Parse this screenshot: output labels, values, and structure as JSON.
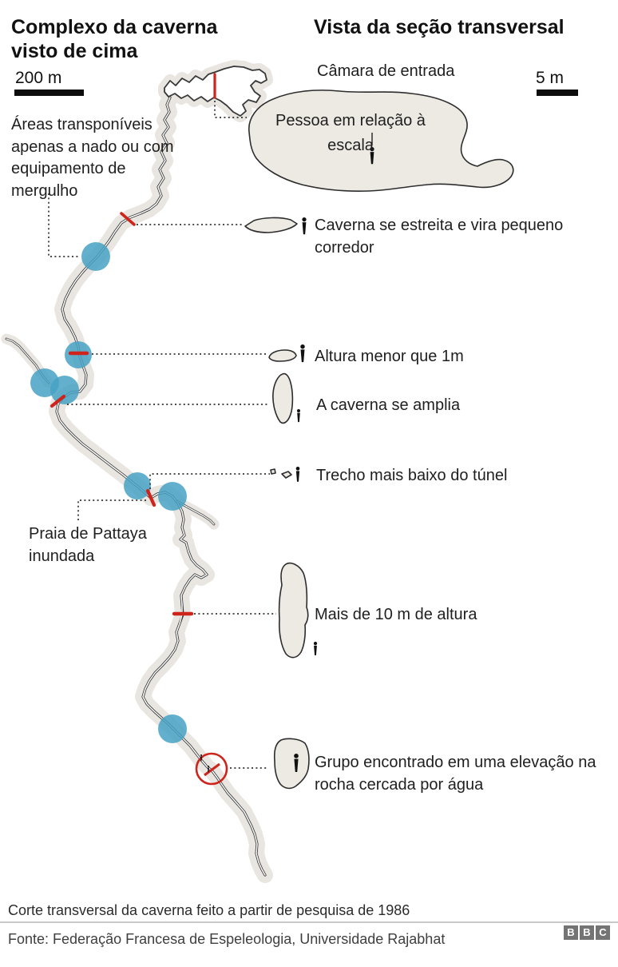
{
  "header": {
    "title_left": "Complexo da caverna visto de cima",
    "title_right": "Vista da seção transversal",
    "scale_left": "200 m",
    "scale_right": "5 m"
  },
  "map": {
    "swim_label": "Áreas transponíveis apenas a nado ou com equipamento de mergulho",
    "pattaya_label": "Praia de Pattaya inundada"
  },
  "cross_sections": {
    "entrance_label": "Câmara de entrada",
    "person_scale_label": "Pessoa em relação à escala",
    "narrow_label": "Caverna se estreita e vira pequeno corredor",
    "low_label": "Altura menor que 1m",
    "widen_label": "A caverna se amplia",
    "lowest_label": "Trecho mais baixo do túnel",
    "tall_label": "Mais de 10 m de altura",
    "group_label": "Grupo encontrado em uma elevação na rocha cercada por água"
  },
  "footer": {
    "note": "Corte transversal da caverna feito a partir de pesquisa de 1986",
    "source": "Fonte: Federação Francesa de Espeleologia, Universidade Rajabhat",
    "logo_letters": [
      "B",
      "B",
      "C"
    ]
  },
  "colors": {
    "dive_area_blue": "#46A2C4",
    "marker_red": "#CF241C",
    "halo_grey": "#E9E5E0",
    "blob_fill": "#EDEAE4",
    "line_dark": "#383838"
  }
}
